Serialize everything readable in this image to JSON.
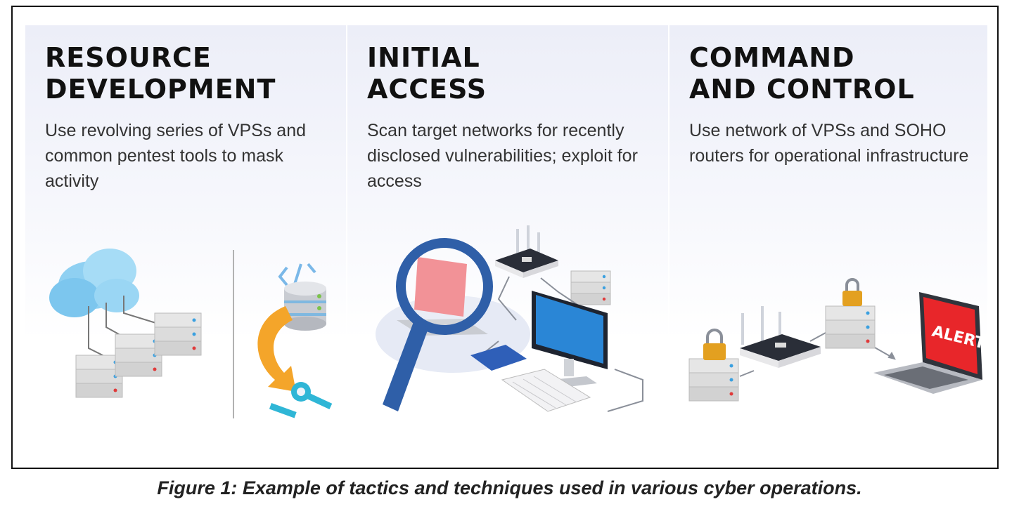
{
  "panels": [
    {
      "title_line1": "RESOURCE",
      "title_line2": "DEVELOPMENT",
      "description": "Use revolving series of VPSs and common pentest tools to mask activity"
    },
    {
      "title_line1": "INITIAL",
      "title_line2": "ACCESS",
      "description": "Scan target networks for recently disclosed vulnerabilities; exploit for access"
    },
    {
      "title_line1": "COMMAND",
      "title_line2": "AND CONTROL",
      "description": "Use network of VPSs and SOHO routers for operational infrastructure",
      "alert_text": "ALERT!"
    }
  ],
  "caption": "Figure 1: Example of tactics and techniques used in various cyber operations.",
  "colors": {
    "cloud": "#8fd0f2",
    "server": "#e4e4e4",
    "server_led": "#3aa0e0",
    "arrow": "#f4a52a",
    "wrench": "#2fb6d6",
    "lock": "#e3a020",
    "magnifier": "#2f5fa8",
    "monitor_screen": "#2a86d6",
    "alert_red": "#e8262a",
    "router": "#2a2e38"
  }
}
